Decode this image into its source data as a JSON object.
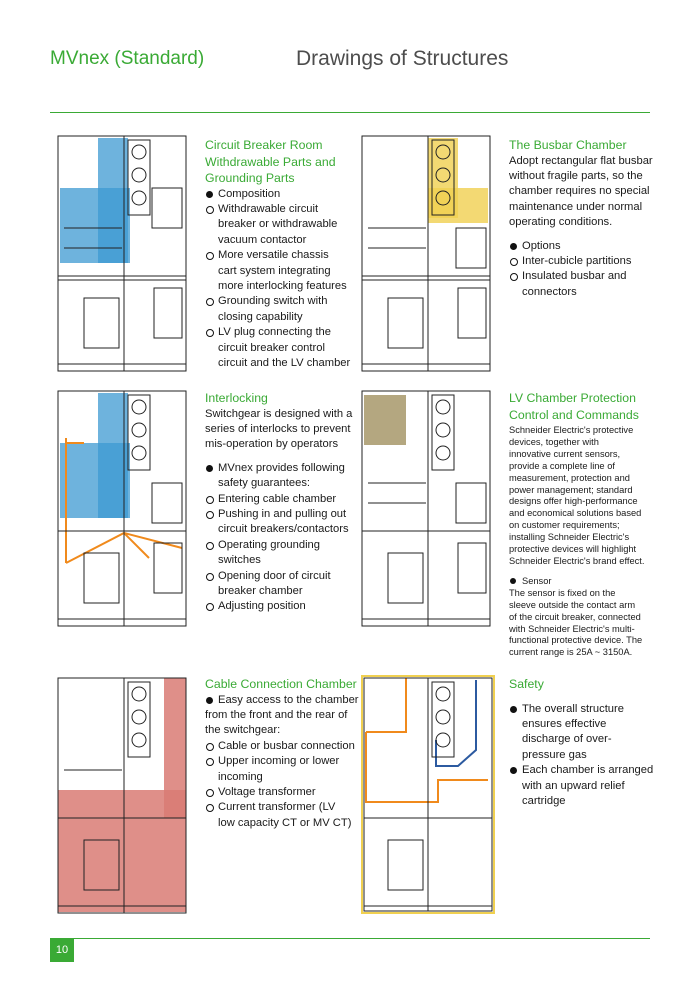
{
  "header": {
    "brand": "MVnex (Standard)",
    "title": "Drawings of Structures"
  },
  "colors": {
    "green": "#3aaa35",
    "blue": "#3d9ad1",
    "yellow": "#f0d050",
    "olive": "#9b8a55",
    "red": "#d97b74",
    "orange": "#f08a1c"
  },
  "sections": {
    "s1": {
      "heading": [
        "Circuit Breaker Room",
        "Withdrawable Parts and",
        "Grounding Parts"
      ],
      "items": [
        {
          "type": "filled",
          "lines": [
            "Composition"
          ]
        },
        {
          "type": "open",
          "lines": [
            "Withdrawable circuit",
            "breaker or withdrawable",
            "vacuum contactor"
          ]
        },
        {
          "type": "open",
          "lines": [
            "More versatile chassis",
            "cart system integrating",
            "more interlocking features"
          ]
        },
        {
          "type": "open",
          "lines": [
            "Grounding switch with",
            "closing capability"
          ]
        },
        {
          "type": "open",
          "lines": [
            "LV plug connecting the",
            "circuit breaker control",
            "circuit and the LV chamber"
          ]
        }
      ]
    },
    "s2": {
      "heading": [
        "The Busbar Chamber"
      ],
      "body": [
        "Adopt rectangular flat busbar",
        "without fragile parts, so the",
        "chamber requires no special",
        "maintenance under normal",
        "operating conditions."
      ],
      "items": [
        {
          "type": "filled",
          "lines": [
            "Options"
          ]
        },
        {
          "type": "open",
          "lines": [
            "Inter-cubicle partitions"
          ]
        },
        {
          "type": "open",
          "lines": [
            "Insulated busbar and",
            "connectors"
          ]
        }
      ]
    },
    "s3": {
      "heading": [
        "Interlocking"
      ],
      "body": [
        "Switchgear is designed with a",
        "series of interlocks to prevent",
        "mis-operation by operators"
      ],
      "items": [
        {
          "type": "filled",
          "lines": [
            "MVnex provides following",
            "safety guarantees:"
          ]
        },
        {
          "type": "open",
          "lines": [
            "Entering cable chamber"
          ]
        },
        {
          "type": "open",
          "lines": [
            "Pushing in and pulling out",
            "circuit breakers/contactors"
          ]
        },
        {
          "type": "open",
          "lines": [
            "Operating grounding",
            "switches"
          ]
        },
        {
          "type": "open",
          "lines": [
            "Opening door of circuit",
            "breaker chamber"
          ]
        },
        {
          "type": "open",
          "lines": [
            "Adjusting position"
          ]
        }
      ]
    },
    "s4": {
      "heading": [
        "LV Chamber Protection",
        "Control and Commands"
      ],
      "body": [
        "Schneider Electric's protective",
        "devices, together with",
        "innovative current sensors,",
        "provide a complete line of",
        "measurement, protection and",
        "power management; standard",
        "designs offer high-performance",
        "and economical solutions based",
        "on customer requirements;",
        "installing Schneider Electric's",
        "protective devices will highlight",
        "Schneider Electric's brand effect."
      ],
      "items": [
        {
          "type": "filled",
          "lines": [
            "Sensor"
          ]
        }
      ],
      "body2": [
        "The sensor is fixed on the",
        "sleeve outside the contact arm",
        "of the circuit breaker, connected",
        "with Schneider Electric's multi-",
        "functional protective device. The",
        "current range is 25A ~ 3150A."
      ]
    },
    "s5": {
      "heading": [
        "Cable Connection Chamber"
      ],
      "items": [
        {
          "type": "filled",
          "lines": [
            "Easy access to the chamber",
            "from the front and the rear of",
            "the switchgear:"
          ],
          "flush": true
        },
        {
          "type": "open",
          "lines": [
            "Cable or busbar connection"
          ]
        },
        {
          "type": "open",
          "lines": [
            "Upper incoming or lower",
            "incoming"
          ]
        },
        {
          "type": "open",
          "lines": [
            "Voltage transformer"
          ]
        },
        {
          "type": "open",
          "lines": [
            "Current transformer (LV",
            "low capacity CT or MV CT)"
          ]
        }
      ]
    },
    "s6": {
      "heading": [
        "Safety"
      ],
      "items": [
        {
          "type": "filled",
          "lines": [
            "The overall structure",
            "ensures effective",
            "discharge of over-",
            "pressure gas"
          ]
        },
        {
          "type": "filled",
          "lines": [
            "Each chamber is arranged",
            "with an upward relief",
            "cartridge"
          ]
        }
      ]
    }
  },
  "footer": {
    "page": "10"
  }
}
